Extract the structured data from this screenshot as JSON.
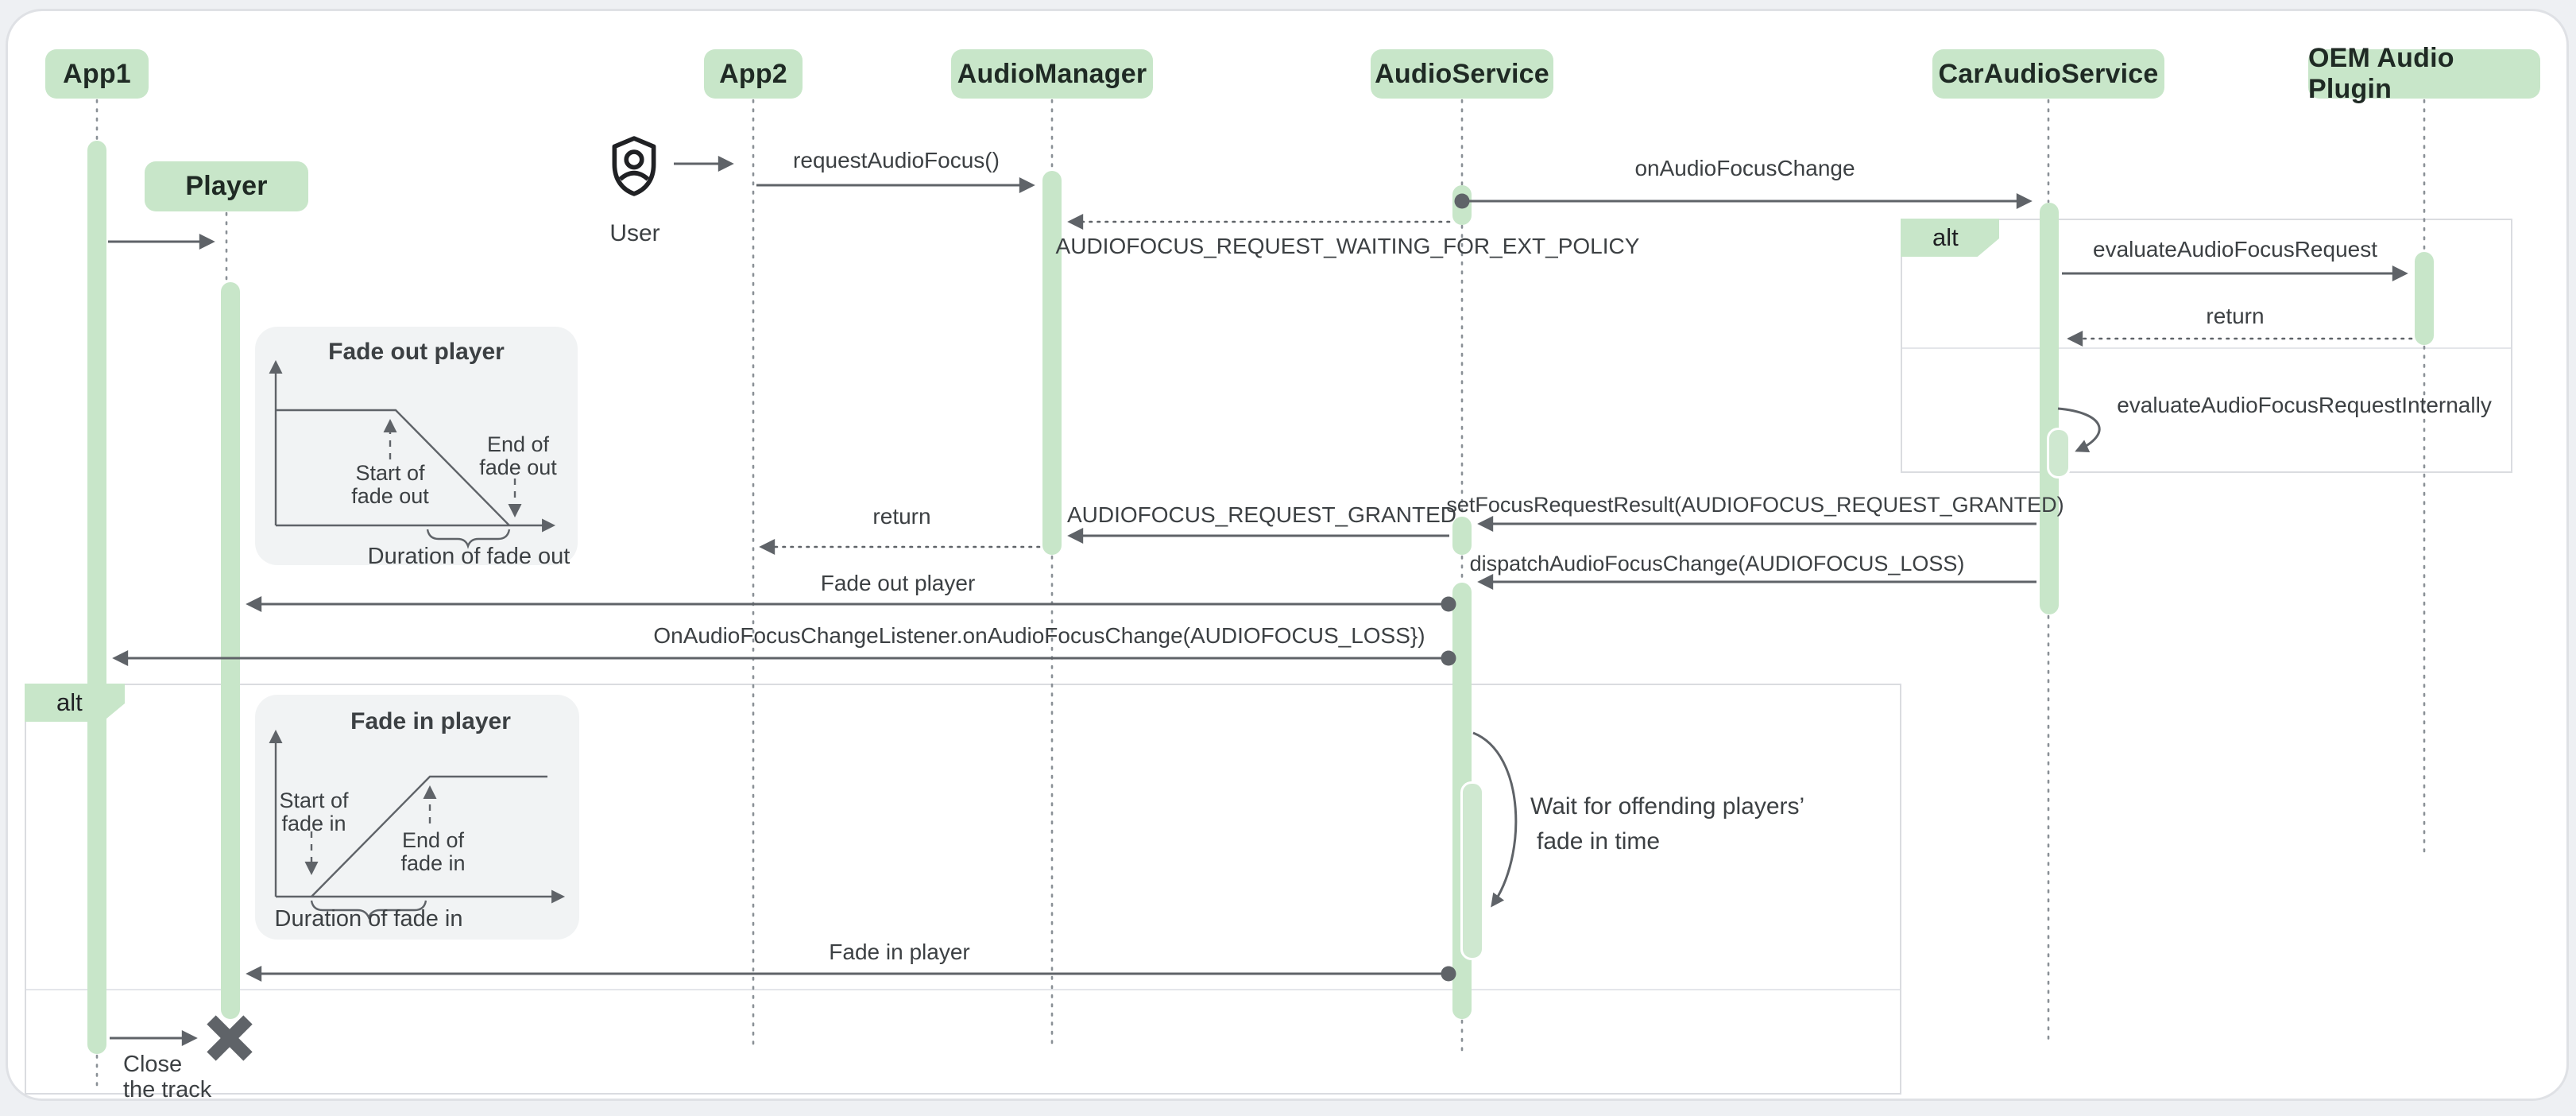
{
  "diagram": {
    "participants": [
      {
        "label": "App1"
      },
      {
        "label": "Player"
      },
      {
        "label": "App2"
      },
      {
        "label": "AudioManager"
      },
      {
        "label": "AudioService"
      },
      {
        "label": "CarAudioService"
      },
      {
        "label": "OEM Audio Plugin"
      }
    ],
    "actor": {
      "label": "User"
    },
    "labels": {
      "alt": "alt",
      "request_audio_focus": "requestAudioFocus()",
      "on_audio_focus_change": "onAudioFocusChange",
      "waiting_policy": "AUDIOFOCUS_REQUEST_WAITING_FOR_EXT_POLICY",
      "evaluate_request": "evaluateAudioFocusRequest",
      "return_oem": "return",
      "evaluate_internally": "evaluateAudioFocusRequestInternally",
      "set_focus_result": "setFocusRequestResult(AUDIOFOCUS_REQUEST_GRANTED)",
      "request_granted": "AUDIOFOCUS_REQUEST_GRANTED",
      "return_app2": "return",
      "dispatch_loss": "dispatchAudioFocusChange(AUDIOFOCUS_LOSS)",
      "fade_out_player": "Fade out player",
      "listener_loss": "OnAudioFocusChangeListener.onAudioFocusChange(AUDIOFOCUS_LOSS})",
      "wait_line1": "Wait for offending players’",
      "wait_line2": "fade in time",
      "fade_in_player": "Fade in player",
      "close_line1": "Close",
      "close_line2": "the track"
    },
    "insets": {
      "fade_out": {
        "title": "Fade out player",
        "start_line1": "Start of",
        "start_line2": "fade out",
        "end_line1": "End of",
        "end_line2": "fade out",
        "duration": "Duration of fade out"
      },
      "fade_in": {
        "title": "Fade in player",
        "start_line1": "Start of",
        "start_line2": "fade in",
        "end_line1": "End of",
        "end_line2": "fade in",
        "duration": "Duration of fade in"
      }
    },
    "colors": {
      "participant_green": "#c8e6c9",
      "line_gray": "#5f6368",
      "text_gray": "#3c4043",
      "frame_border": "#dadce0",
      "inset_bg": "#f1f3f4"
    }
  }
}
